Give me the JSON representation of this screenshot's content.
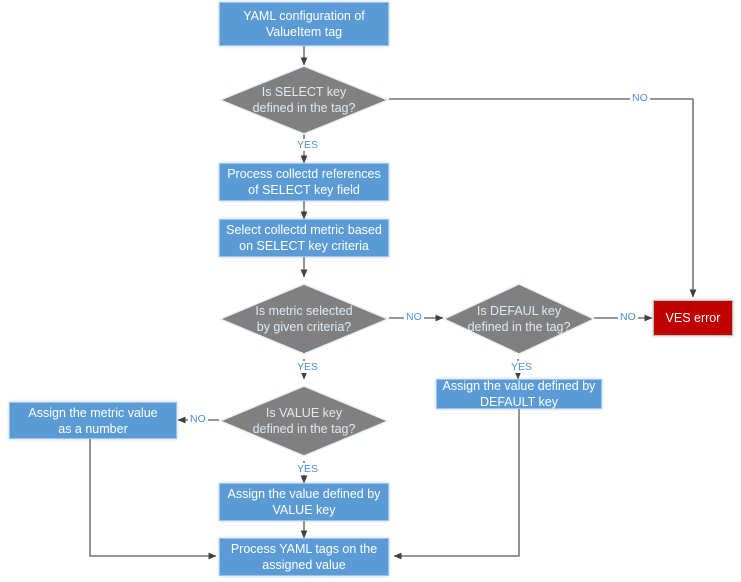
{
  "diagram": {
    "title": "YAML ValueItem tag processing flowchart",
    "colors": {
      "process_fill": "#5B9BD5",
      "process_text": "#FFFFFF",
      "decision_fill": "#808080",
      "decision_text": "#DCEBF7",
      "error_fill": "#C00000",
      "error_text": "#FFFFFF",
      "connector": "#595959",
      "label_text": "#4A90D9",
      "background": "#FFFFFF"
    },
    "nodes": {
      "start": {
        "type": "process",
        "line1": "YAML configuration of",
        "line2": "ValueItem tag"
      },
      "select_decision": {
        "type": "decision",
        "line1": "Is SELECT key",
        "line2": "defined in the tag?"
      },
      "process_references": {
        "type": "process",
        "line1": "Process collectd references",
        "line2": "of SELECT key field"
      },
      "select_metric": {
        "type": "process",
        "line1": "Select collectd metric based",
        "line2": "on SELECT key criteria"
      },
      "metric_decision": {
        "type": "decision",
        "line1": "Is metric selected",
        "line2": "by given criteria?"
      },
      "defaul_decision": {
        "type": "decision",
        "line1": "Is DEFAUL key",
        "line2": "defined in the tag?"
      },
      "ves_error": {
        "type": "error",
        "line1": "VES error",
        "line2": ""
      },
      "assign_default": {
        "type": "process",
        "line1": "Assign the value defined by",
        "line2": "DEFAULT key"
      },
      "value_decision": {
        "type": "decision",
        "line1": "Is VALUE key",
        "line2": "defined in the tag?"
      },
      "assign_number": {
        "type": "process",
        "line1": "Assign the metric value",
        "line2": "as a number"
      },
      "assign_value": {
        "type": "process",
        "line1": "Assign the value defined by",
        "line2": "VALUE key"
      },
      "process_yaml": {
        "type": "process",
        "line1": "Process YAML tags on the",
        "line2": "assigned value"
      }
    },
    "edge_labels": {
      "select_no": "NO",
      "select_yes": "YES",
      "metric_no": "NO",
      "metric_yes": "YES",
      "defaul_no": "NO",
      "defaul_yes": "YES",
      "value_no": "NO",
      "value_yes": "YES"
    }
  }
}
